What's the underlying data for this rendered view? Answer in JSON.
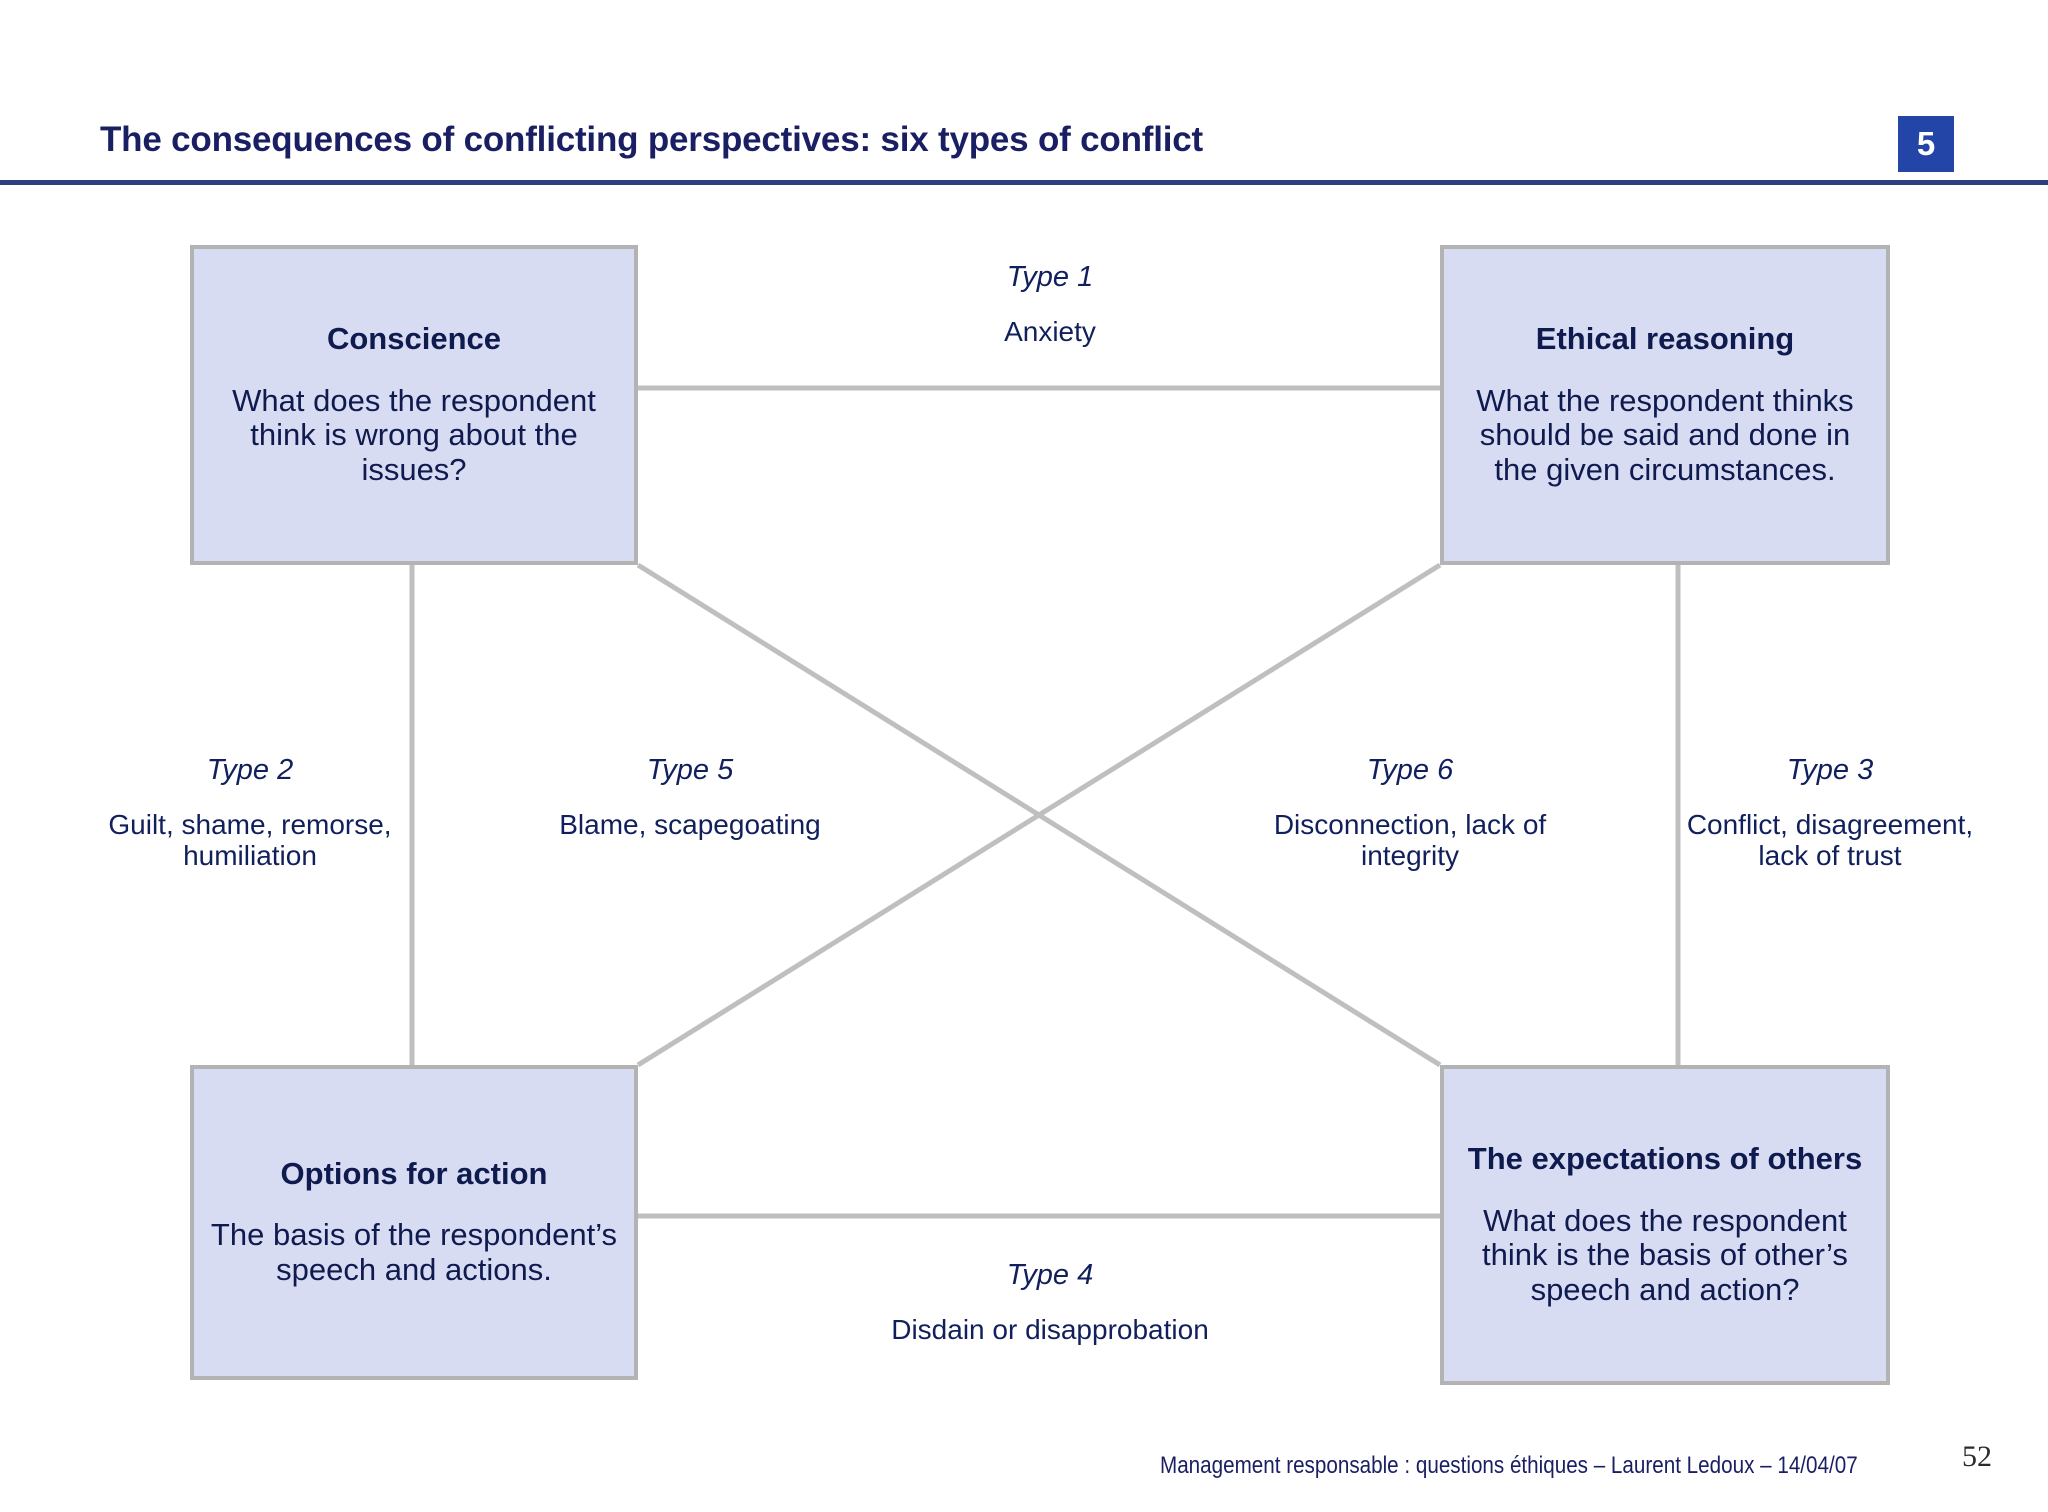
{
  "slide": {
    "title": "The consequences of conflicting perspectives: six types of conflict",
    "badge": "5",
    "accent_color": "#2345a8",
    "rule_color": "#2e3f80",
    "box_fill": "#d7dcf2",
    "box_border": "#b3b3b3",
    "text_color": "#11205c",
    "connector_color": "#bfbfbf"
  },
  "boxes": {
    "conscience": {
      "title": "Conscience",
      "body": "What does the respondent think is wrong about the issues?"
    },
    "ethical_reasoning": {
      "title": "Ethical reasoning",
      "body": "What the respondent thinks should be said and done in the given circumstances."
    },
    "options_for_action": {
      "title": "Options for action",
      "body": "The basis of the respondent’s speech and actions."
    },
    "expectations_of_others": {
      "title": "The expectations of others",
      "body": "What does the respondent think is the basis of other’s speech and action?"
    }
  },
  "types": [
    {
      "id": "type-1",
      "heading": "Type 1",
      "description": "Anxiety"
    },
    {
      "id": "type-2",
      "heading": "Type 2",
      "description": "Guilt, shame, remorse, humiliation"
    },
    {
      "id": "type-3",
      "heading": "Type 3",
      "description": "Conflict, disagreement, lack of trust"
    },
    {
      "id": "type-4",
      "heading": "Type 4",
      "description": "Disdain or disapprobation"
    },
    {
      "id": "type-5",
      "heading": "Type 5",
      "description": "Blame, scapegoating"
    },
    {
      "id": "type-6",
      "heading": "Type 6",
      "description": "Disconnection, lack of integrity"
    }
  ],
  "footer": {
    "text": "Management responsable : questions éthiques – Laurent Ledoux – 14/04/07",
    "page_number": "52"
  }
}
